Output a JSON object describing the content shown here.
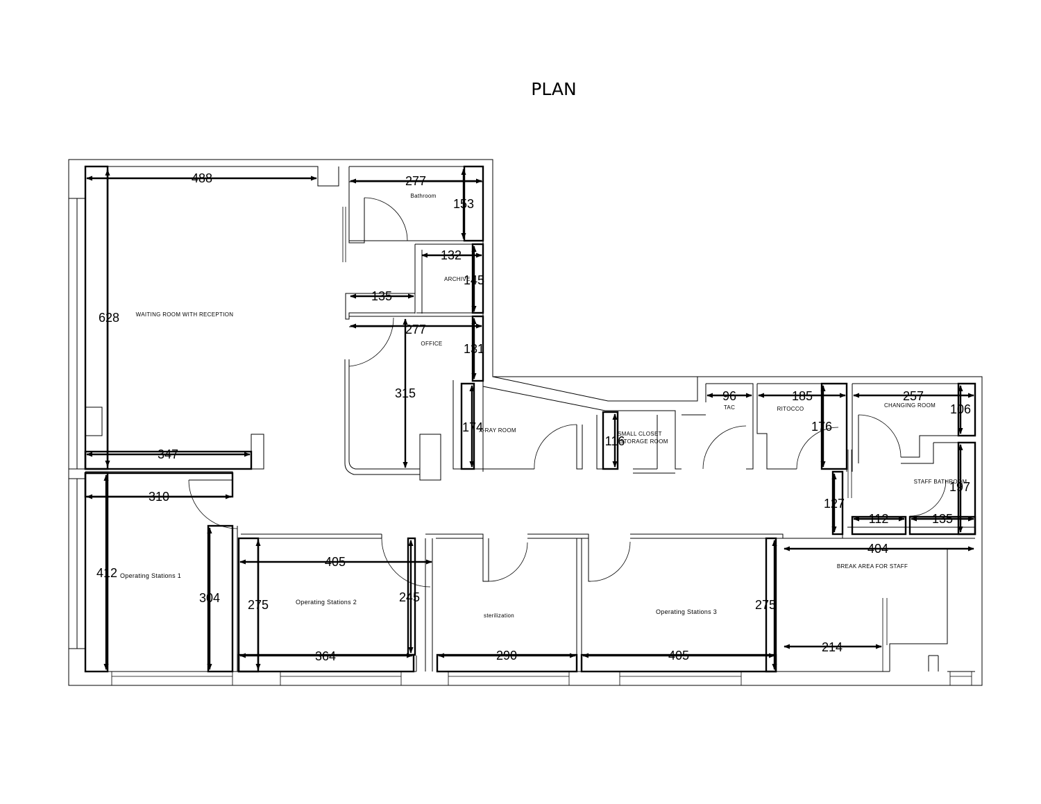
{
  "title": "PLAN",
  "rooms": {
    "waiting": "WAITING ROOM WITH RECEPTION",
    "bathroom": "Bathroom",
    "archive": "ARCHIVE",
    "office": "OFFICE",
    "xray": "X-RAY ROOM",
    "closet_line1": "SMALL CLOSET",
    "closet_line2": "STORAGE ROOM",
    "tac": "TAC",
    "ritocco": "RITOCCO",
    "changing": "CHANGING ROOM",
    "staff_bathroom": "STAFF BATHROOM",
    "op1": "Operating Stations 1",
    "op2": "Operating Stations 2",
    "sterilization": "sterilization",
    "op3": "Operating Stations 3",
    "break_area": "BREAK AREA FOR STAFF"
  },
  "dimensions": {
    "waiting_width": "488",
    "waiting_height": "628",
    "waiting_bottom": "347",
    "bathroom_width": "277",
    "bathroom_height": "153",
    "archive_width": "132",
    "archive_height": "145",
    "corridor_135": "135",
    "office_width": "277",
    "office_height": "131",
    "office_315": "315",
    "xray_height": "174",
    "closet_height": "116",
    "tac_width": "96",
    "ritocco_width": "185",
    "ritocco_height": "176",
    "changing_width": "257",
    "changing_height": "106",
    "staff_bath_height": "197",
    "corridor_127": "127",
    "staff_112": "112",
    "staff_135": "135",
    "op1_top": "310",
    "op1_height": "412",
    "op1_wall": "304",
    "op2_top": "405",
    "op2_left": "275",
    "op2_right": "245",
    "op2_bottom": "364",
    "steril_width": "290",
    "op3_width": "405",
    "op3_height": "275",
    "break_width": "404",
    "break_214": "214"
  }
}
